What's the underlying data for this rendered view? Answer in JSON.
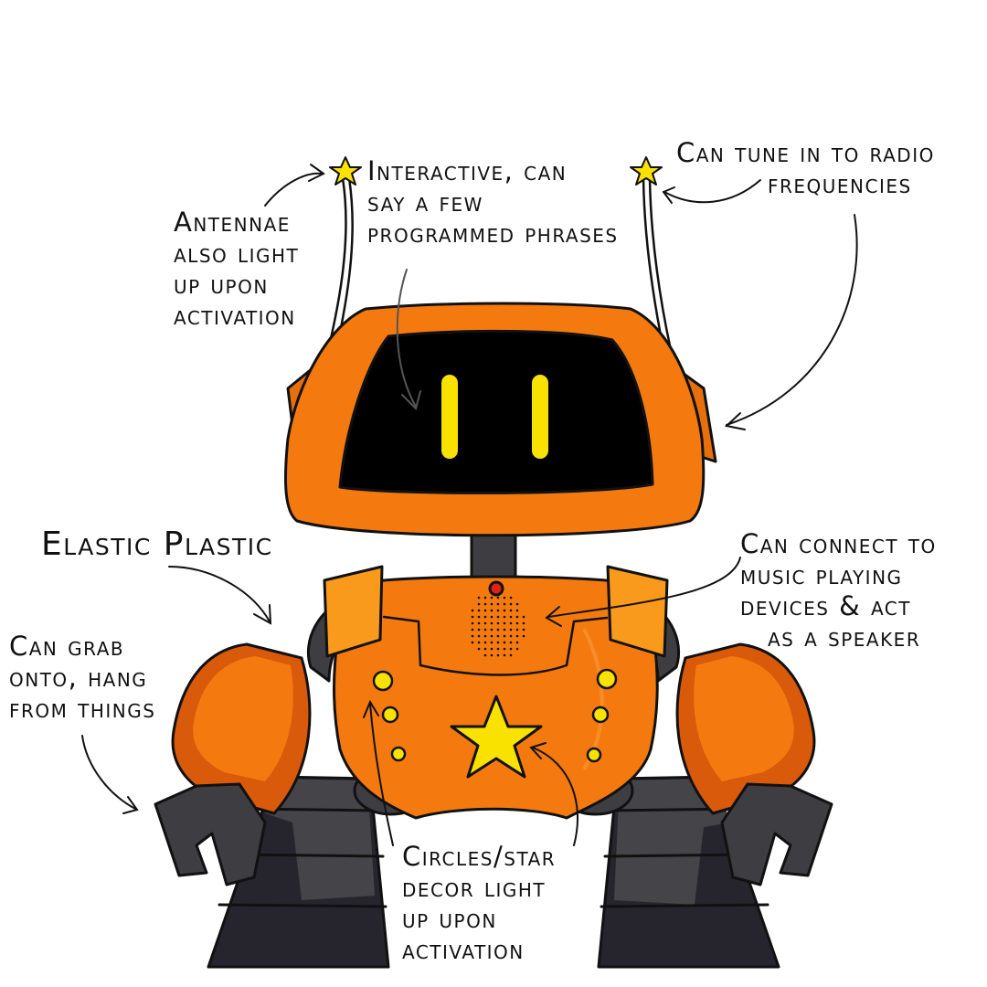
{
  "annotations": {
    "antennae_light": [
      "Antennae",
      "also light",
      "up upon",
      "activation"
    ],
    "interactive": [
      "Interactive, can",
      "say a few",
      "programmed phrases"
    ],
    "radio": [
      "Can tune in to radio",
      "frequencies"
    ],
    "elastic": [
      "Elastic Plastic"
    ],
    "speaker": [
      "Can connect to",
      "music playing",
      "devices & act",
      "as a speaker"
    ],
    "grab": [
      "Can grab",
      "onto, hang",
      "from things"
    ],
    "decor_light": [
      "Circles/star",
      "decor light",
      "up upon",
      "activation"
    ]
  },
  "colors": {
    "outline": "#111111",
    "orange": "#f47a10",
    "orange_dark": "#d85a0a",
    "orange_light": "#f99a1c",
    "yellow": "#f9e100",
    "dark_gray": "#3e3e42",
    "tread_dark": "#26252e",
    "red_light": "#e02010"
  }
}
